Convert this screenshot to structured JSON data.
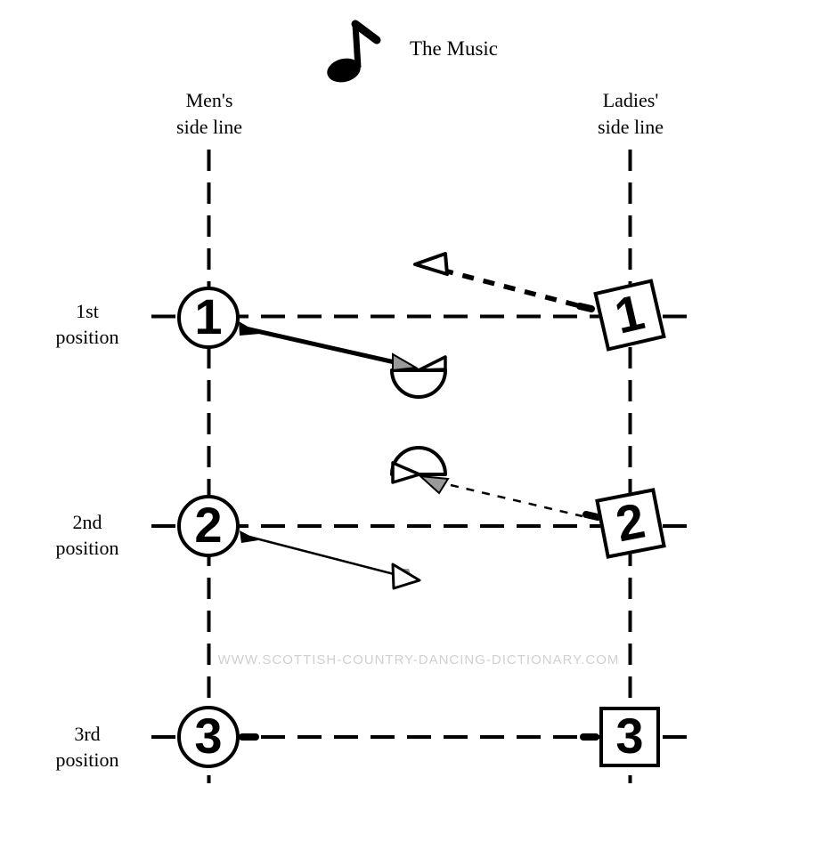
{
  "header": {
    "title": "The Music",
    "note_icon": "eighth-note-icon"
  },
  "side_lines": {
    "men": {
      "line1": "Men's",
      "line2": "side line"
    },
    "ladies": {
      "line1": "Ladies'",
      "line2": "side line"
    }
  },
  "positions": [
    {
      "line1": "1st",
      "line2": "position"
    },
    {
      "line1": "2nd",
      "line2": "position"
    },
    {
      "line1": "3rd",
      "line2": "position"
    }
  ],
  "dancers": {
    "men": [
      {
        "number": "1"
      },
      {
        "number": "2"
      },
      {
        "number": "3"
      }
    ],
    "ladies": [
      {
        "number": "1"
      },
      {
        "number": "2"
      },
      {
        "number": "3"
      }
    ]
  },
  "movements": [
    {
      "name": "lady-1-track",
      "line_style": "dashed-bold",
      "arrowhead": "open-triangle",
      "direction": "up-left"
    },
    {
      "name": "man-1-track",
      "line_style": "solid-bold",
      "arrowhead": "shaded-triangle",
      "ends_at": "facing-marker-down"
    },
    {
      "name": "lady-2-track",
      "line_style": "dashed-thin",
      "arrowhead": "shaded-triangle",
      "ends_at": "facing-marker-up"
    },
    {
      "name": "man-2-track",
      "line_style": "solid-thin",
      "arrowhead": "open-triangle",
      "direction": "down-right"
    }
  ],
  "watermark": "WWW.SCOTTISH-COUNTRY-DANCING-DICTIONARY.COM",
  "colors": {
    "ink": "#000000",
    "shaded_arrowhead": "#999999",
    "watermark_gray": "#d0d0d0",
    "background": "#ffffff"
  }
}
